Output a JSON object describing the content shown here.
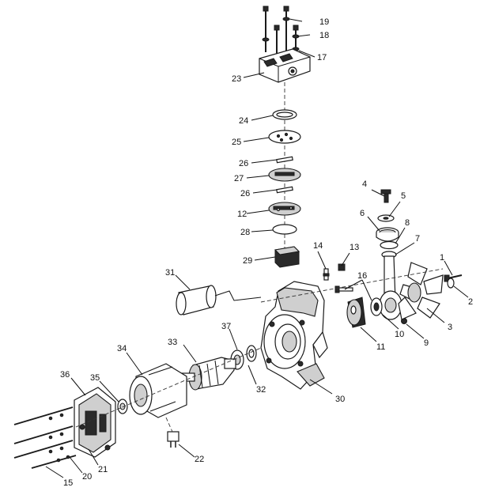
{
  "diagram": {
    "callouts": [
      {
        "id": "c1",
        "text": "1"
      },
      {
        "id": "c2",
        "text": "2"
      },
      {
        "id": "c3",
        "text": "3"
      },
      {
        "id": "c4",
        "text": "4"
      },
      {
        "id": "c5",
        "text": "5"
      },
      {
        "id": "c6",
        "text": "6"
      },
      {
        "id": "c7",
        "text": "7"
      },
      {
        "id": "c8",
        "text": "8"
      },
      {
        "id": "c9",
        "text": "9"
      },
      {
        "id": "c10",
        "text": "10"
      },
      {
        "id": "c11",
        "text": "11"
      },
      {
        "id": "c12",
        "text": "12"
      },
      {
        "id": "c13",
        "text": "13"
      },
      {
        "id": "c14",
        "text": "14"
      },
      {
        "id": "c15",
        "text": "15"
      },
      {
        "id": "c16",
        "text": "16"
      },
      {
        "id": "c17",
        "text": "17"
      },
      {
        "id": "c18",
        "text": "18"
      },
      {
        "id": "c19",
        "text": "19"
      },
      {
        "id": "c20",
        "text": "20"
      },
      {
        "id": "c21",
        "text": "21"
      },
      {
        "id": "c22",
        "text": "22"
      },
      {
        "id": "c23",
        "text": "23"
      },
      {
        "id": "c24",
        "text": "24"
      },
      {
        "id": "c25",
        "text": "25"
      },
      {
        "id": "c26a",
        "text": "26"
      },
      {
        "id": "c26b",
        "text": "26"
      },
      {
        "id": "c27",
        "text": "27"
      },
      {
        "id": "c28",
        "text": "28"
      },
      {
        "id": "c29",
        "text": "29"
      },
      {
        "id": "c30",
        "text": "30"
      },
      {
        "id": "c31",
        "text": "31"
      },
      {
        "id": "c32",
        "text": "32"
      },
      {
        "id": "c33",
        "text": "33"
      },
      {
        "id": "c34",
        "text": "34"
      },
      {
        "id": "c35",
        "text": "35"
      },
      {
        "id": "c36",
        "text": "36"
      },
      {
        "id": "c37",
        "text": "37"
      }
    ]
  }
}
